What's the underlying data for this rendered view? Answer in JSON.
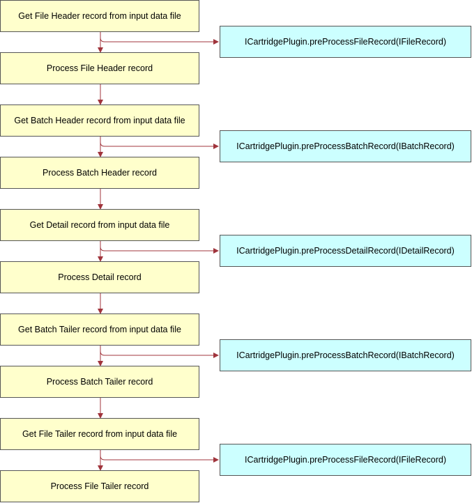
{
  "colors": {
    "step_fill": "#ffffcc",
    "hook_fill": "#ccffff",
    "border": "#555555",
    "arrow": "#a0343c"
  },
  "steps": [
    "Get File Header record from input data file",
    "Process File Header record",
    "Get Batch Header record from input data file",
    "Process Batch Header record",
    "Get Detail record from input data file",
    "Process Detail record",
    "Get Batch Tailer record from input data file",
    "Process Batch Tailer record",
    "Get File Tailer record from input data file",
    "Process File Tailer record"
  ],
  "hooks": [
    "ICartridgePlugin.preProcessFileRecord(IFileRecord)",
    "ICartridgePlugin.preProcessBatchRecord(IBatchRecord)",
    "ICartridgePlugin.preProcessDetailRecord(IDetailRecord)",
    "ICartridgePlugin.preProcessBatchRecord(IBatchRecord)",
    "ICartridgePlugin.preProcessFileRecord(IFileRecord)"
  ]
}
